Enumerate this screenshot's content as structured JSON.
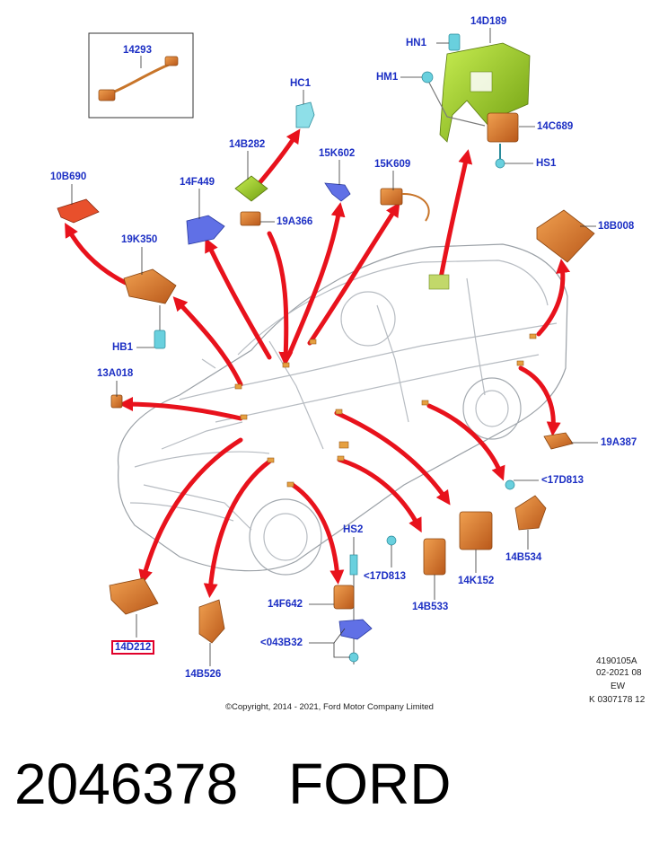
{
  "labels": {
    "p14293": "14293",
    "p14D189": "14D189",
    "HN1": "HN1",
    "HM1": "HM1",
    "HC1": "HC1",
    "p14C689": "14C689",
    "HS1": "HS1",
    "p14B282": "14B282",
    "p15K602": "15K602",
    "p15K609": "15K609",
    "p10B690": "10B690",
    "p14F449": "14F449",
    "p19A366": "19A366",
    "p18B008": "18B008",
    "p19K350": "19K350",
    "HB1": "HB1",
    "p13A018": "13A018",
    "p19A387": "19A387",
    "p17D813a": "<17D813",
    "p17D813b": "<17D813",
    "HS2": "HS2",
    "p14B534": "14B534",
    "p14K152": "14K152",
    "p14B533": "14B533",
    "p14F642": "14F642",
    "p043B32": "<043B32",
    "p14D212": "14D212",
    "p14B526": "14B526"
  },
  "meta": {
    "ref": "4190105A",
    "date": "02-2021 08",
    "region": "EW",
    "code": "K 0307178 12"
  },
  "copyright": "©Copyright, 2014 - 2021, Ford Motor Company Limited",
  "caption": {
    "part_number": "2046378",
    "brand": "FORD"
  },
  "colors": {
    "label_text": "#1c2fc4",
    "arrow": "#e8121c",
    "module_orange": "#d9762a",
    "bracket_green": "#8fc21c",
    "sensor_cyan": "#52c7d8",
    "sensor_blue": "#5a6ce0",
    "highlight_box": "#e0002a"
  }
}
